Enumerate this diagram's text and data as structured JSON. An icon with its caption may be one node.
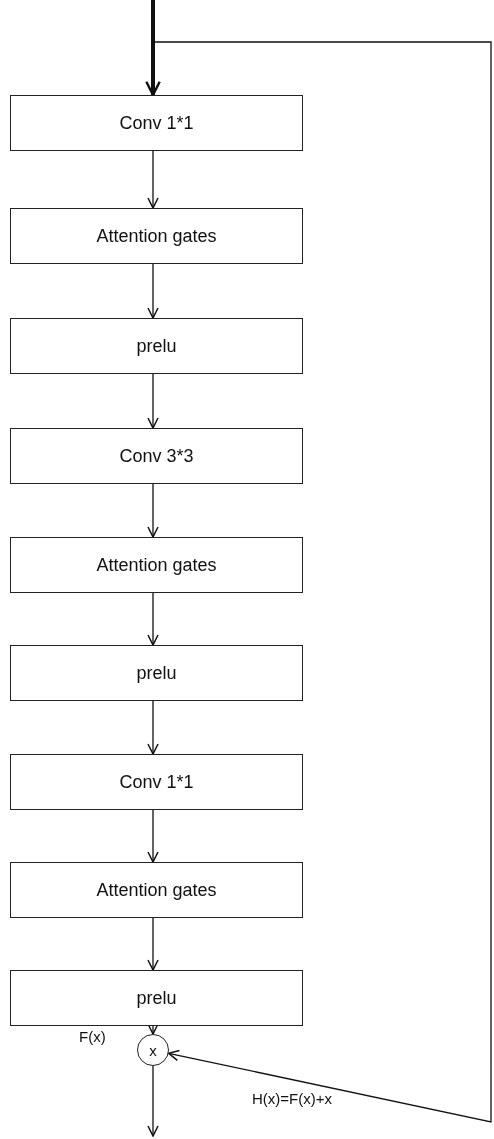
{
  "diagram": {
    "nodes": [
      {
        "text": [
          "Conv 1*1"
        ]
      },
      {
        "text": [
          "Attention gates"
        ]
      },
      {
        "text": [
          "prelu"
        ]
      },
      {
        "text": [
          "Conv 3*3"
        ]
      },
      {
        "text": [
          "Attention gates"
        ]
      },
      {
        "text": [
          "prelu"
        ]
      },
      {
        "text": [
          "Conv 1*1"
        ]
      },
      {
        "text": [
          "Attention gates"
        ]
      },
      {
        "text": [
          "prelu"
        ]
      },
      {
        "text": [
          "x"
        ]
      }
    ],
    "labels": [
      "F(x)"
    ],
    "edges": [
      {
        "from": null,
        "to": 0,
        "arrow": "to",
        "style": "thick"
      },
      {
        "from": 0,
        "to": 1,
        "arrow": "to"
      },
      {
        "from": 1,
        "to": 2,
        "arrow": "to"
      },
      {
        "from": 2,
        "to": 3,
        "arrow": "to"
      },
      {
        "from": 3,
        "to": 4,
        "arrow": "to"
      },
      {
        "from": 4,
        "to": 5,
        "arrow": "to"
      },
      {
        "from": 5,
        "to": 6,
        "arrow": "to"
      },
      {
        "from": 6,
        "to": 7,
        "arrow": "to"
      },
      {
        "from": 7,
        "to": 8,
        "arrow": "to"
      },
      {
        "from": 8,
        "to": 9,
        "arrow": "to"
      },
      {
        "from": 9,
        "to": null,
        "arrow": "to"
      },
      {
        "from": null,
        "to": 9,
        "arrow": "to",
        "label": "H(x)=F(x)+x"
      }
    ]
  }
}
